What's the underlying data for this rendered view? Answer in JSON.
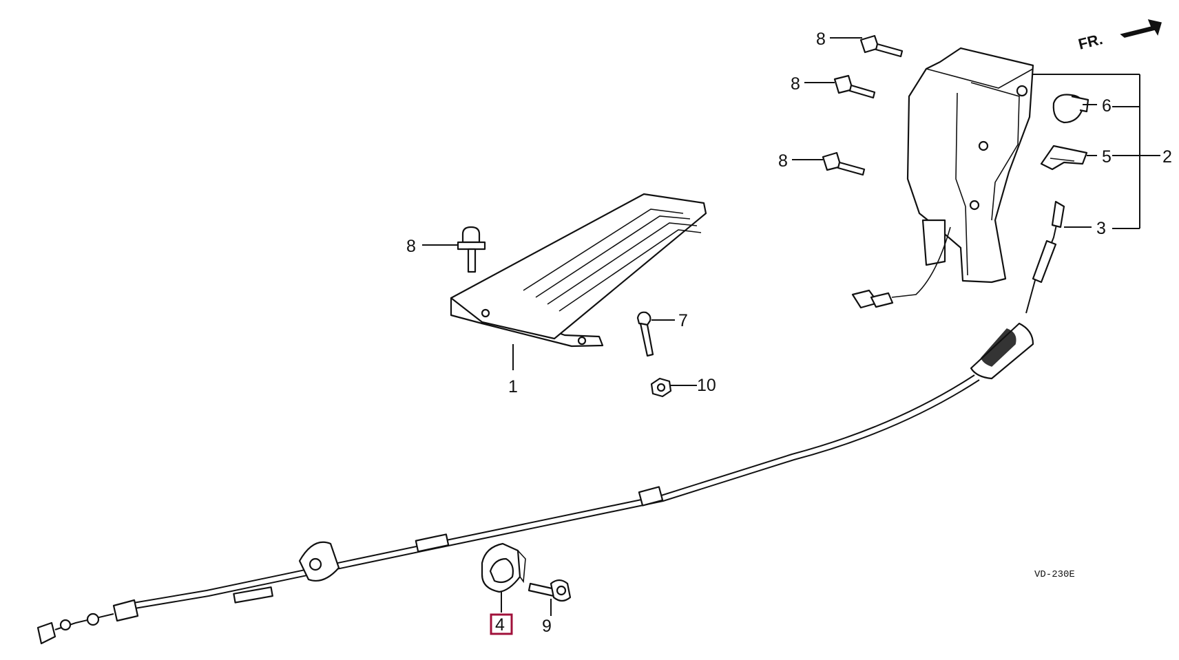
{
  "callouts": {
    "c1": "1",
    "c2": "2",
    "c3": "3",
    "c4": "4",
    "c5": "5",
    "c6": "6",
    "c7": "7",
    "c8a": "8",
    "c8b": "8",
    "c8c": "8",
    "c8d": "8",
    "c9": "9",
    "c10": "10"
  },
  "direction": {
    "label": "FR."
  },
  "diagram_code": "VD-230E",
  "highlight": {
    "part": "4",
    "color": "#a0103a"
  }
}
